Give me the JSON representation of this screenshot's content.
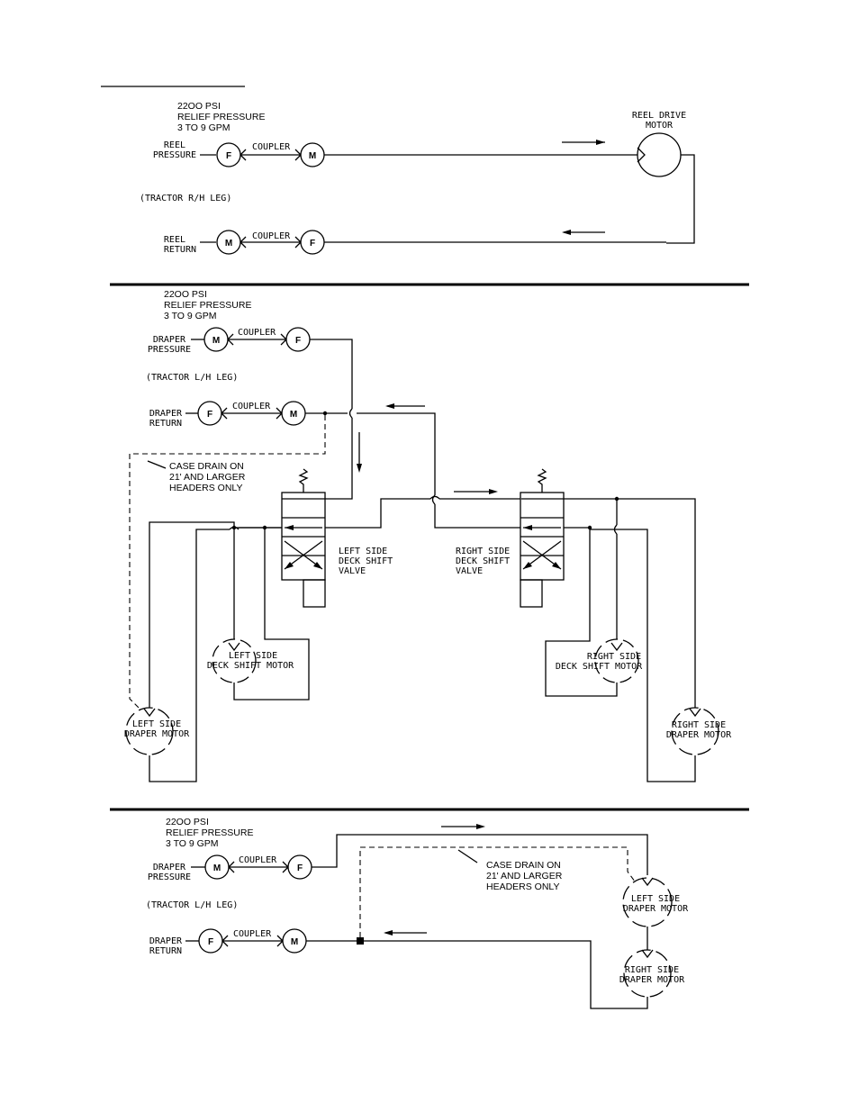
{
  "top": {
    "spec": [
      "22OO PSI",
      "RELIEF PRESSURE",
      "3 TO 9 GPM"
    ],
    "pressure_label": [
      "REEL",
      "PRESSURE"
    ],
    "return_label": [
      "REEL",
      "RETURN"
    ],
    "coupler": "COUPLER",
    "leg": "(TRACTOR R/H LEG)",
    "motor": [
      "REEL DRIVE",
      "MOTOR"
    ],
    "f": "F",
    "m": "M"
  },
  "middle": {
    "spec": [
      "22OO PSI",
      "RELIEF PRESSURE",
      "3 TO 9 GPM"
    ],
    "pressure_label": [
      "DRAPER",
      "PRESSURE"
    ],
    "return_label": [
      "DRAPER",
      "RETURN"
    ],
    "coupler": "COUPLER",
    "leg": "(TRACTOR L/H LEG)",
    "case_drain": [
      "CASE DRAIN ON",
      "21' AND LARGER",
      "HEADERS ONLY"
    ],
    "left_valve": [
      "LEFT SIDE",
      "DECK SHIFT",
      "VALVE"
    ],
    "right_valve": [
      "RIGHT SIDE",
      "DECK SHIFT",
      "VALVE"
    ],
    "left_shift_motor": [
      "LEFT SIDE",
      "DECK SHIFT MOTOR"
    ],
    "right_shift_motor": [
      "RIGHT SIDE",
      "DECK SHIFT MOTOR"
    ],
    "left_draper_motor": [
      "LEFT SIDE",
      "DRAPER MOTOR"
    ],
    "right_draper_motor": [
      "RIGHT SIDE",
      "DRAPER MOTOR"
    ],
    "f": "F",
    "m": "M"
  },
  "bottom": {
    "spec": [
      "22OO PSI",
      "RELIEF PRESSURE",
      "3 TO 9 GPM"
    ],
    "pressure_label": [
      "DRAPER",
      "PRESSURE"
    ],
    "return_label": [
      "DRAPER",
      "RETURN"
    ],
    "coupler": "COUPLER",
    "leg": "(TRACTOR L/H LEG)",
    "case_drain": [
      "CASE DRAIN ON",
      "21' AND LARGER",
      "HEADERS ONLY"
    ],
    "left_draper_motor": [
      "LEFT SIDE",
      "DRAPER MOTOR"
    ],
    "right_draper_motor": [
      "RIGHT SIDE",
      "DRAPER MOTOR"
    ],
    "f": "F",
    "m": "M"
  }
}
